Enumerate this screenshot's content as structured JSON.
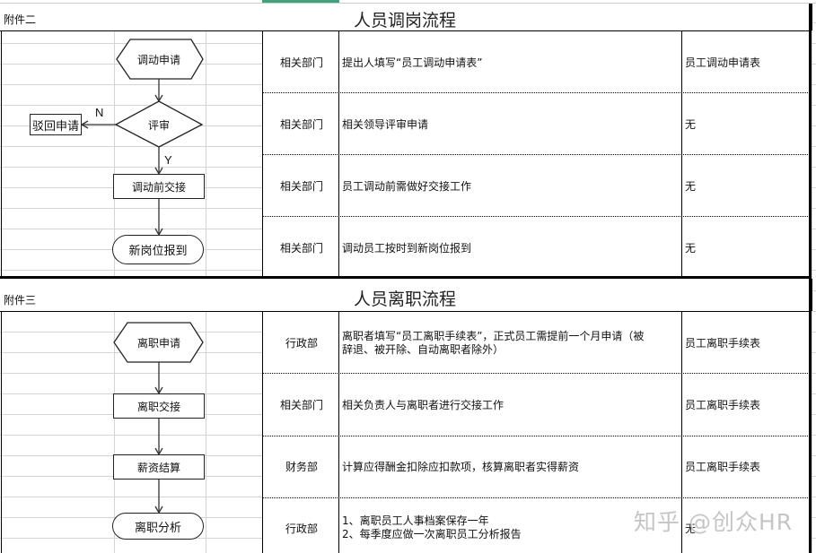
{
  "sheet": {
    "selection_indicator_color": "#3fa37b"
  },
  "sections": [
    {
      "annex_label": "附件二",
      "title": "人员调岗流程",
      "flowchart": {
        "start": "调动申请",
        "decision": "评审",
        "reject_box": "驳回申请",
        "no_label": "N",
        "yes_label": "Y",
        "step": "调动前交接",
        "end": "新岗位报到"
      },
      "rows": [
        {
          "department": "相关部门",
          "description": "提出人填写“员工调动申请表”",
          "form": "员工调动申请表"
        },
        {
          "department": "相关部门",
          "description": "相关领导评审申请",
          "form": "无"
        },
        {
          "department": "相关部门",
          "description": "员工调动前需做好交接工作",
          "form": "无"
        },
        {
          "department": "相关部门",
          "description": "调动员工按时到新岗位报到",
          "form": "无"
        }
      ]
    },
    {
      "annex_label": "附件三",
      "title": "人员离职流程",
      "flowchart": {
        "start": "离职申请",
        "step1": "离职交接",
        "step2": "薪资结算",
        "end": "离职分析"
      },
      "rows": [
        {
          "department": "行政部",
          "description_line1": "离职者填写“员工离职手续表”，正式员工需提前一个月申请（被",
          "description_line2": "辞退、被开除、自动离职者除外）",
          "form": "员工离职手续表"
        },
        {
          "department": "相关部门",
          "description": "相关负责人与离职者进行交接工作",
          "form": "员工离职手续表"
        },
        {
          "department": "财务部",
          "description": "计算应得酬金扣除应扣款项，核算离职者实得薪资",
          "form": "员工离职手续表"
        },
        {
          "department": "行政部",
          "description_line1": "1、离职员工人事档案保存一年",
          "description_line2": "2、每季度应做一次离职员工分析报告",
          "form": "无"
        }
      ]
    }
  ],
  "watermark": "知乎 @创众HR"
}
